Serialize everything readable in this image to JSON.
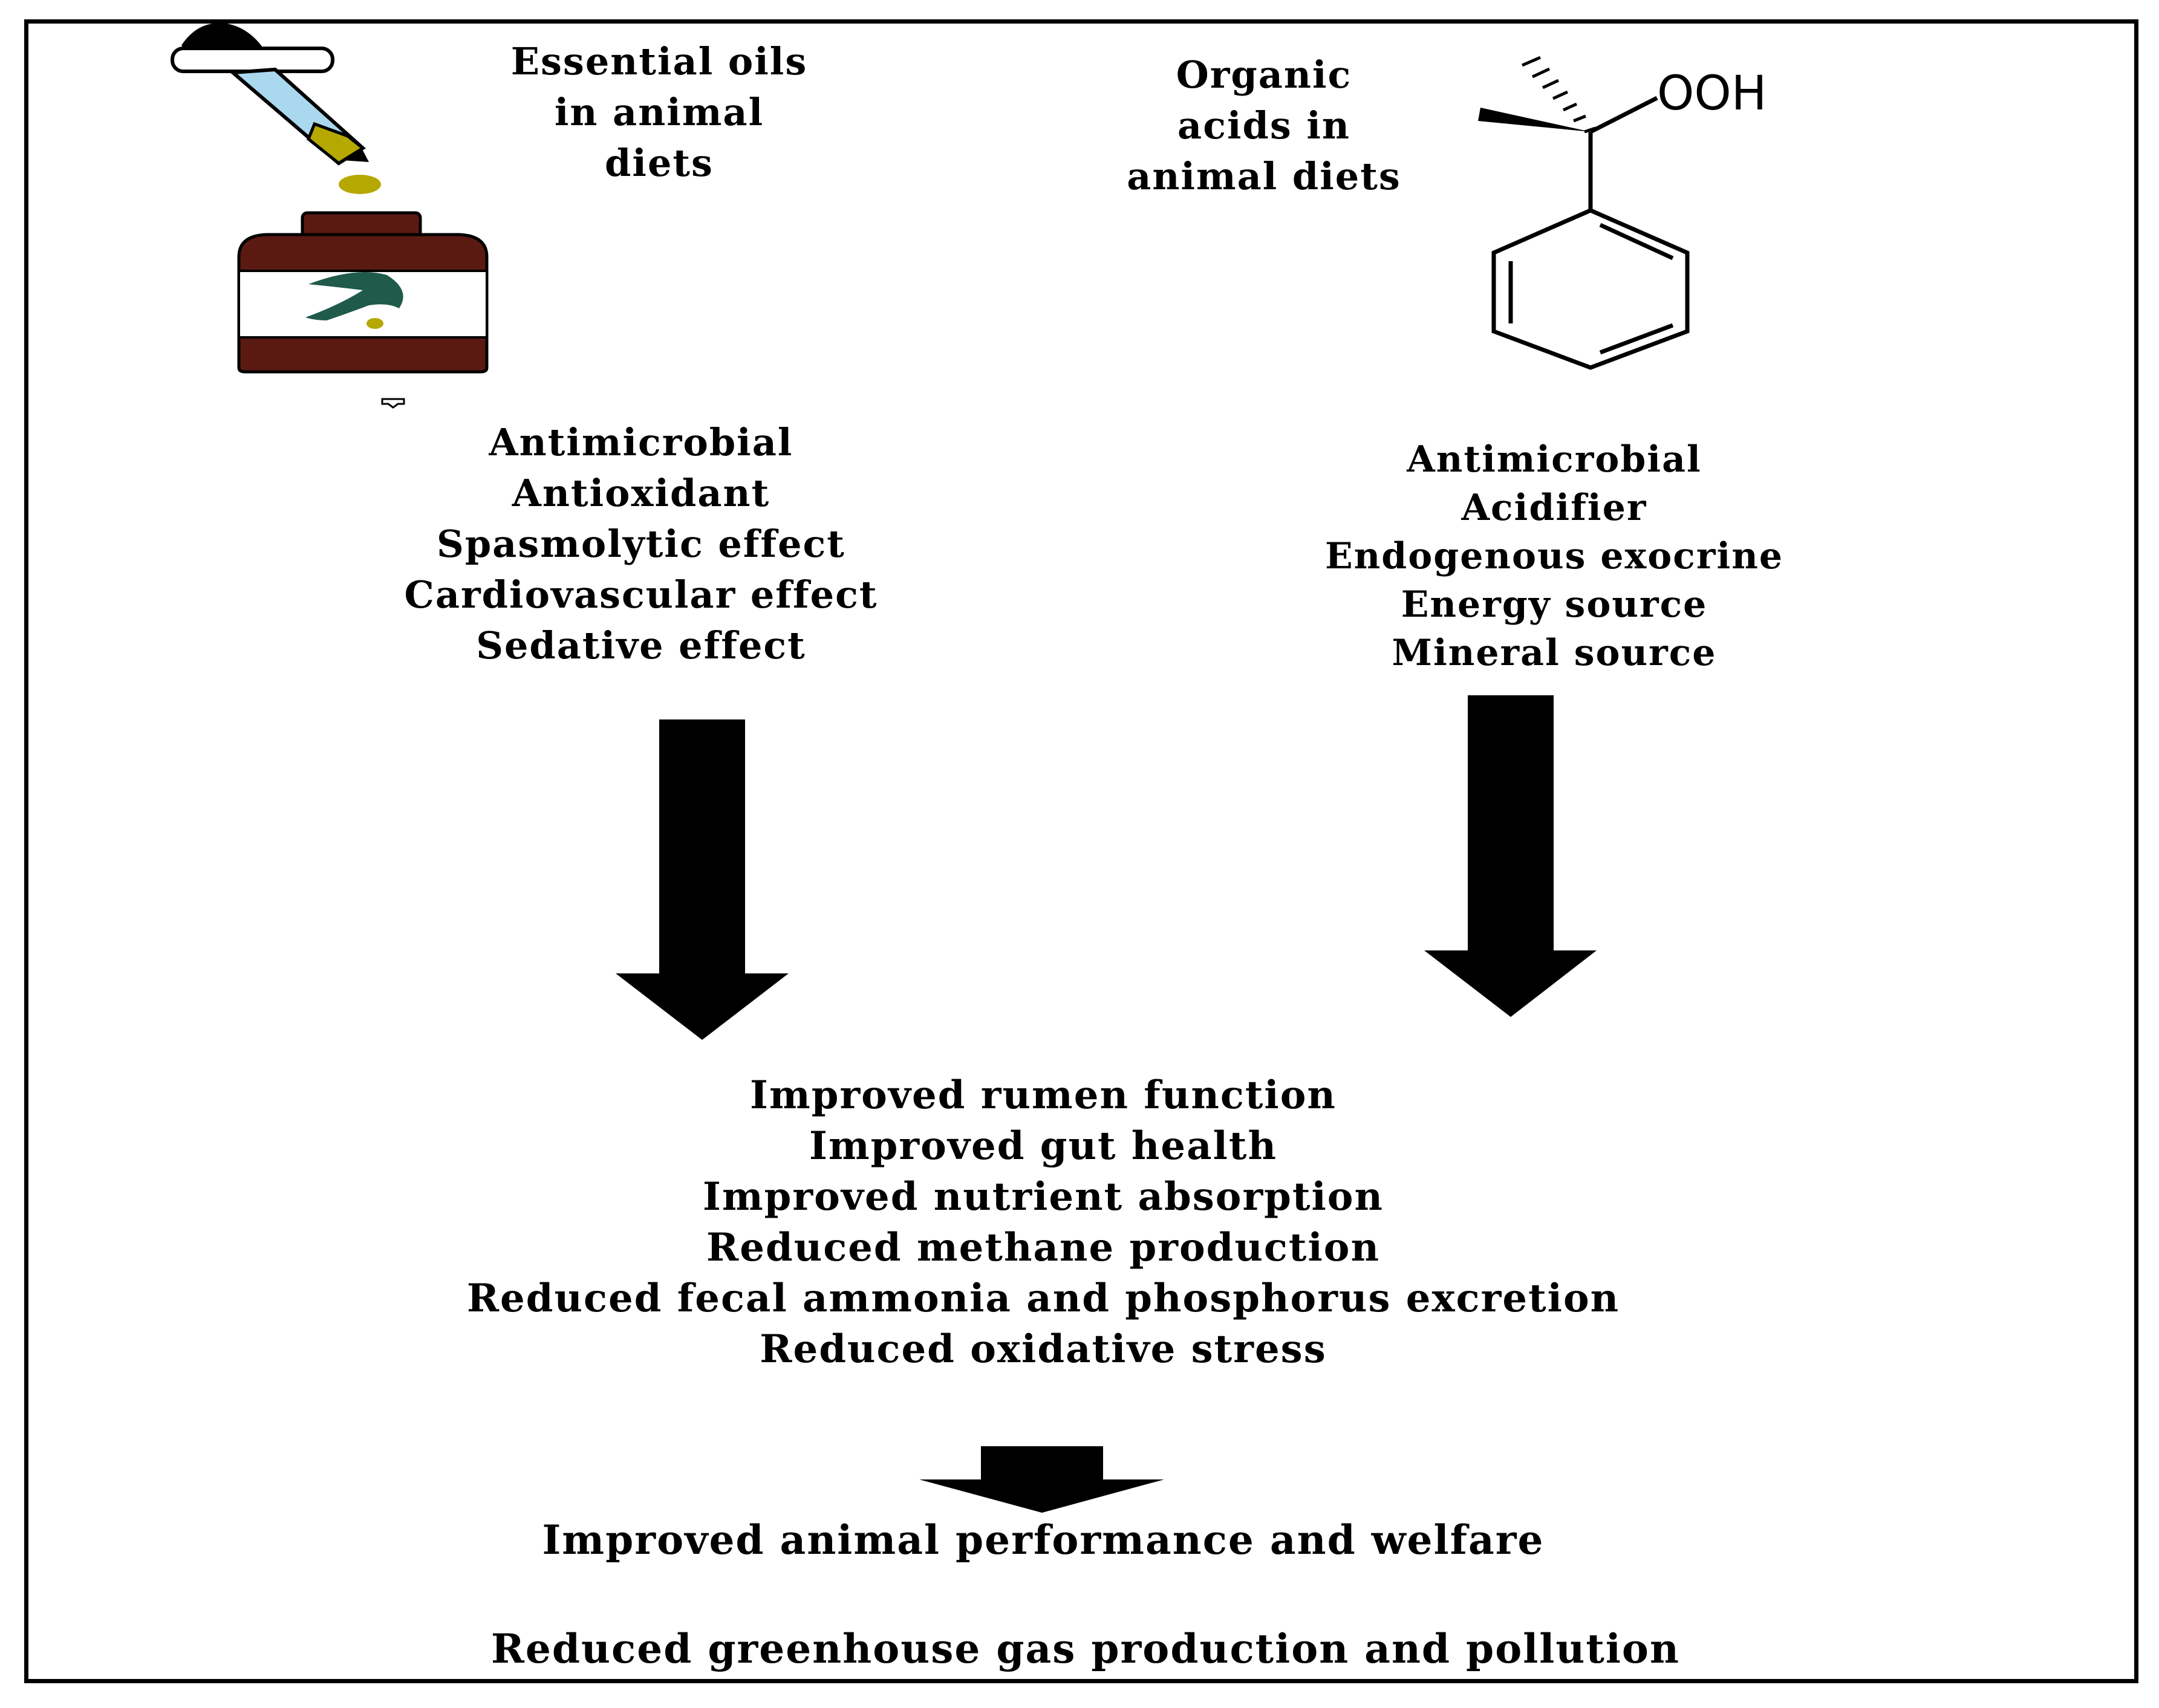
{
  "essential_oils": {
    "title_lines": [
      "Essential oils",
      "in animal",
      "diets"
    ],
    "effects": [
      "Antimicrobial",
      "Antioxidant",
      "Spasmolytic effect",
      "Cardiovascular effect",
      "Sedative effect"
    ]
  },
  "organic_acids": {
    "title_lines": [
      "Organic",
      "acids in",
      "animal diets"
    ],
    "molecule_label": "OOH",
    "effects": [
      "Antimicrobial",
      "Acidifier",
      "Endogenous exocrine",
      "Energy source",
      "Mineral source"
    ]
  },
  "outcomes": [
    "Improved rumen function",
    "Improved gut health",
    "Improved nutrient absorption",
    "Reduced methane production",
    "Reduced fecal ammonia and phosphorus excretion",
    "Reduced oxidative stress"
  ],
  "final": {
    "line1": "Improved animal performance and welfare",
    "line2": "Reduced greenhouse gas production and pollution"
  },
  "colors": {
    "bottle": "#5a1a12",
    "oil": "#b5a800",
    "dropper_glass": "#a9d8ef",
    "leaf": "#1f5a4a"
  }
}
